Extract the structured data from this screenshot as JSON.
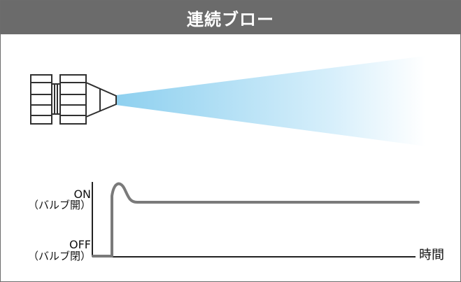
{
  "title": "連続ブロー",
  "nozzle": {
    "spray_color_start": "#8ed0ef",
    "spray_color_end": "#ffffff"
  },
  "timing_chart": {
    "on_label": "ON",
    "on_sub": "（バルブ開）",
    "off_label": "OFF",
    "off_sub": "（バルブ閉）",
    "time_label": "時間",
    "signal_color": "#7a7a7a",
    "axis_color": "#222222"
  }
}
